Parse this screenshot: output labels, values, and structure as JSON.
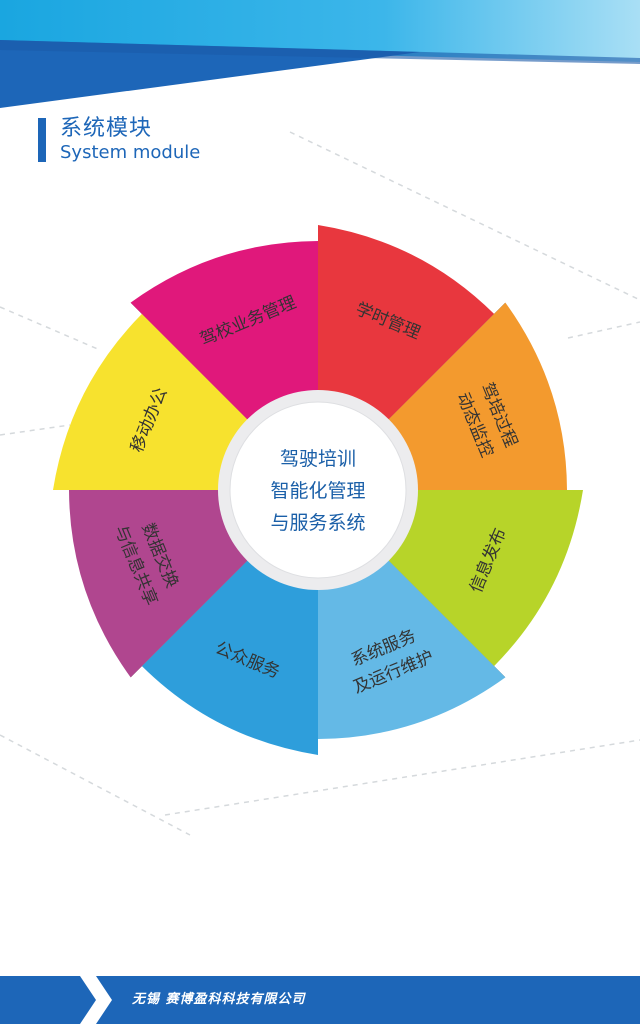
{
  "heading": {
    "title_cn": "系统模块",
    "title_en": "System module"
  },
  "wheel": {
    "center_lines": [
      "驾驶培训",
      "智能化管理",
      "与服务系统"
    ],
    "segments": [
      {
        "label": [
          "学时管理"
        ],
        "color": "#e8373e"
      },
      {
        "label": [
          "驾培过程",
          "动态监控"
        ],
        "color": "#f39a2e"
      },
      {
        "label": [
          "信息发布"
        ],
        "color": "#b7d429"
      },
      {
        "label": [
          "系统服务",
          "及运行维护"
        ],
        "color": "#64b9e6"
      },
      {
        "label": [
          "公众服务"
        ],
        "color": "#2e9edb"
      },
      {
        "label": [
          "数据交换",
          "与信息共享"
        ],
        "color": "#b0468f"
      },
      {
        "label": [
          "移动办公"
        ],
        "color": "#f7e22e"
      },
      {
        "label": [
          "驾校业务管理"
        ],
        "color": "#e0187b"
      }
    ]
  },
  "footer": {
    "company": "无锡 赛博盈科科技有限公司"
  },
  "colors": {
    "brand_blue": "#1d66b8",
    "light_blue": "#5bbfe8",
    "hub_text": "#1a5fa8"
  }
}
